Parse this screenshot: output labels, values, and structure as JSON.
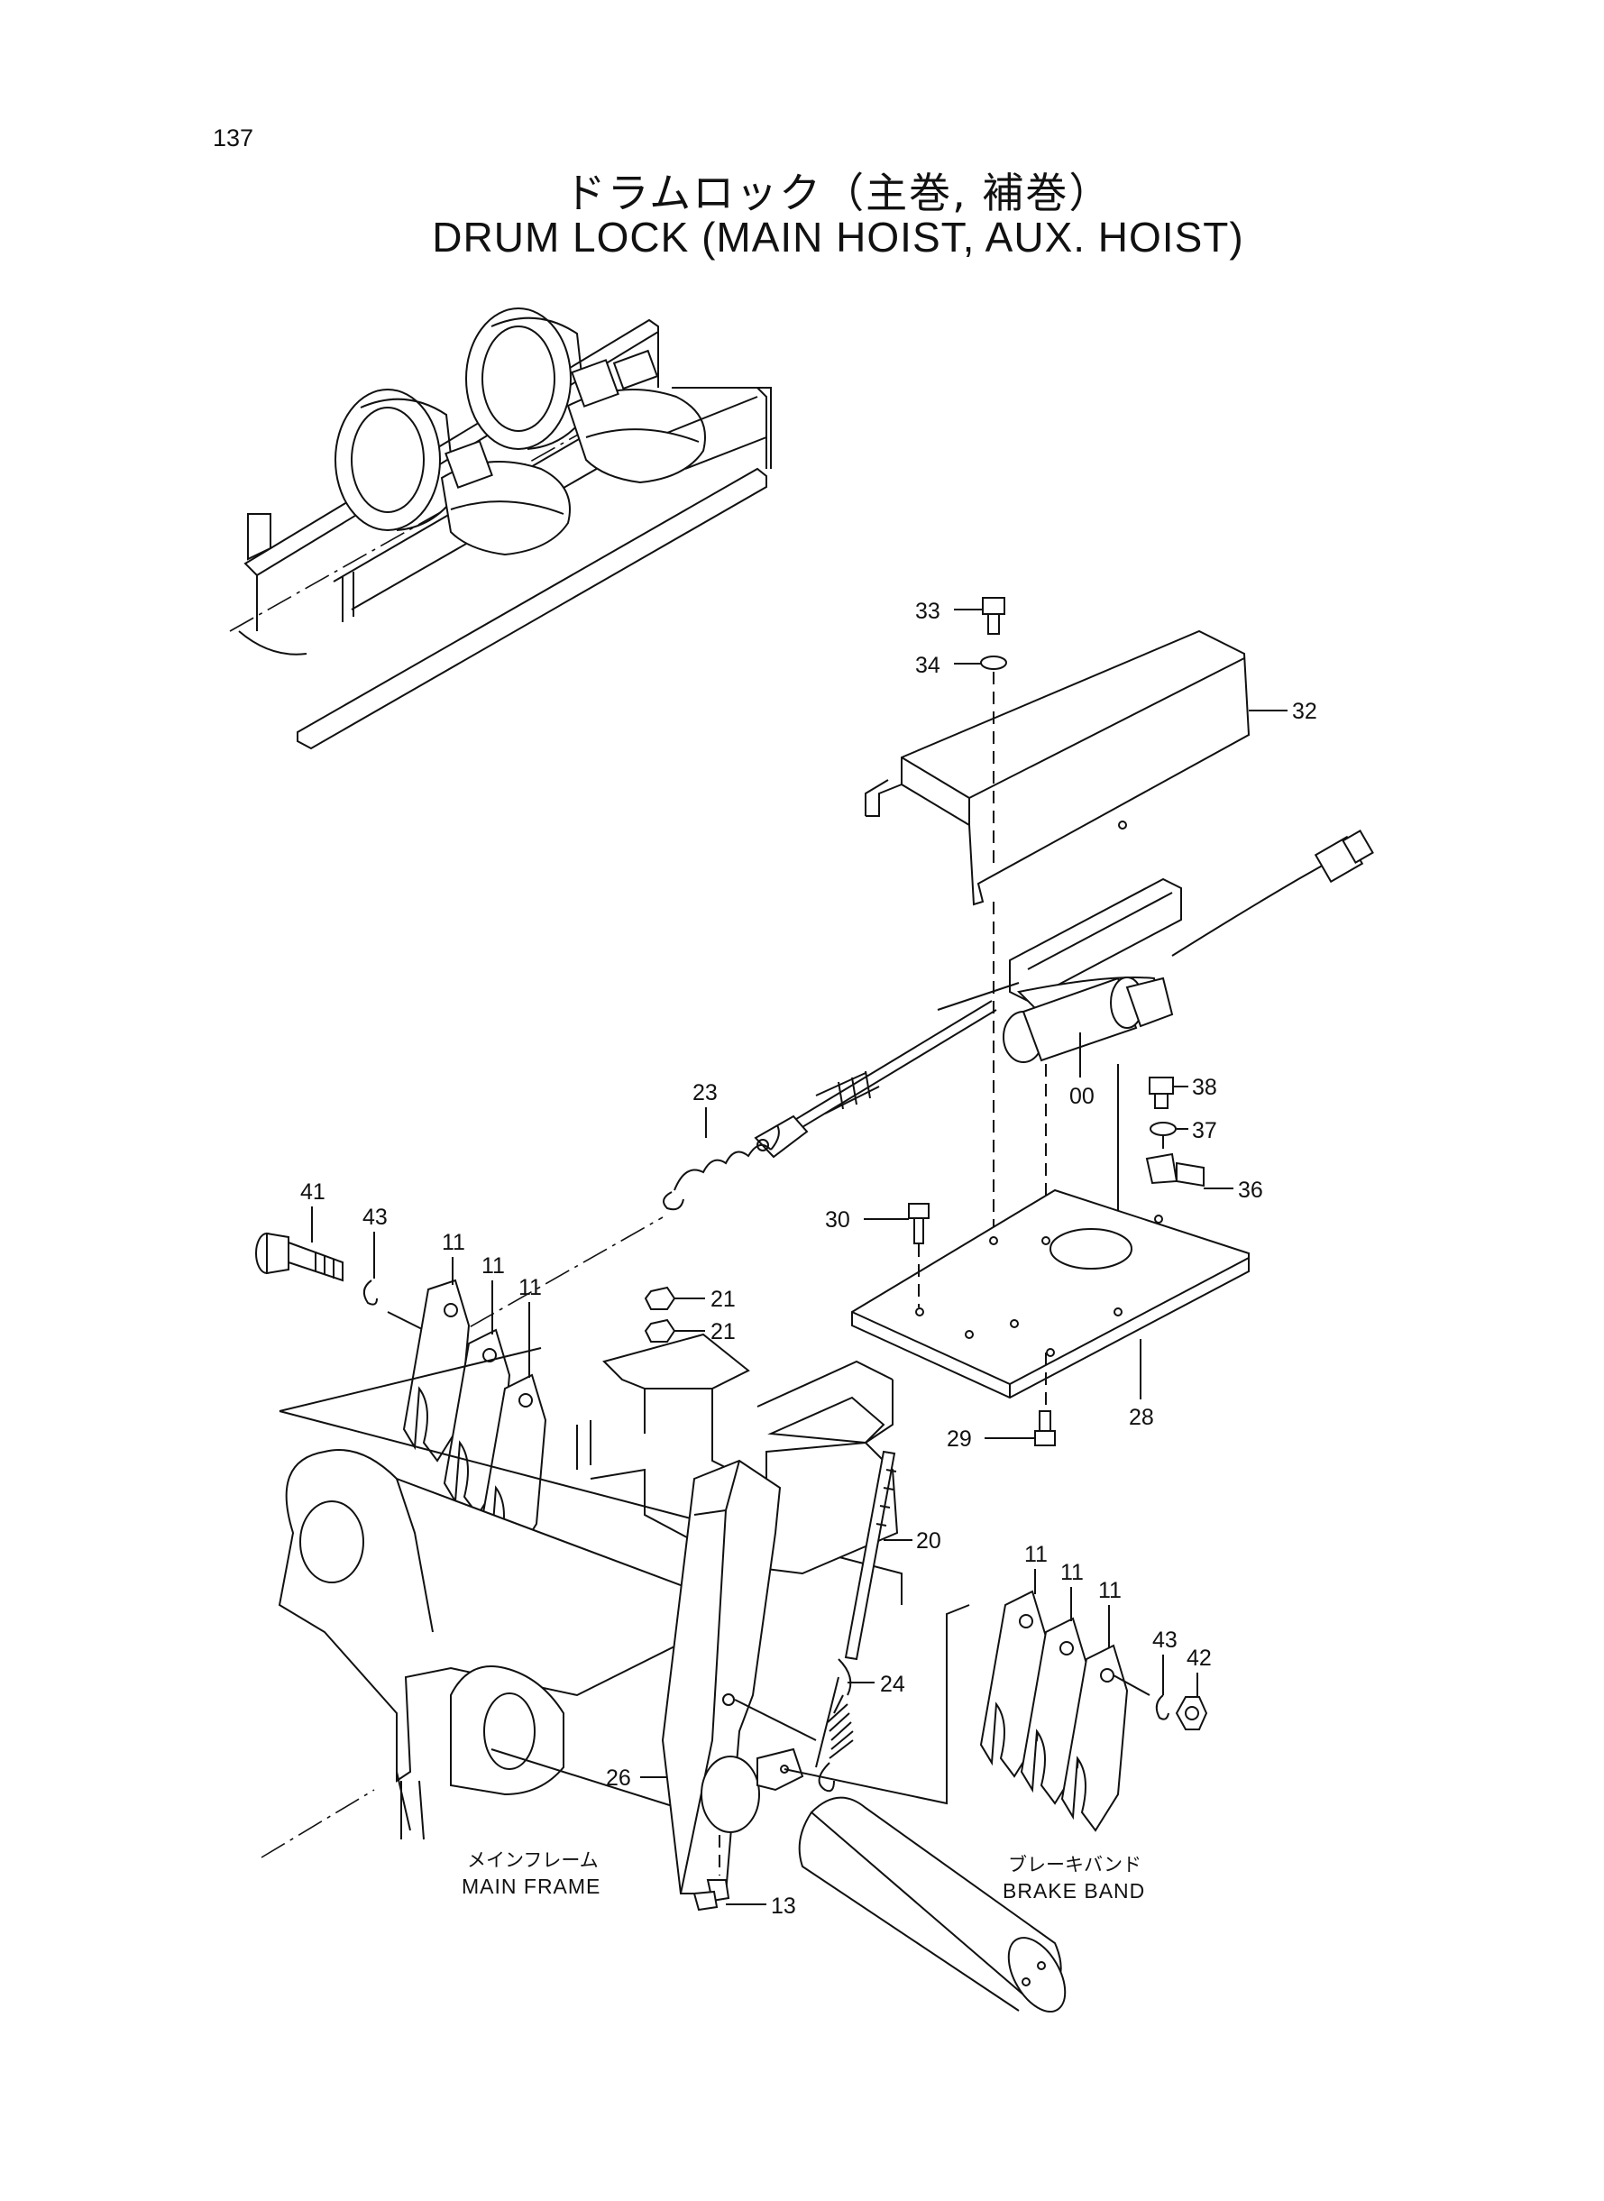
{
  "page_number": "137",
  "title_jp": "ドラムロック（主巻, 補巻）",
  "title_en": "DRUM LOCK (MAIN HOIST, AUX. HOIST)",
  "captions": {
    "main_frame_jp": "メインフレーム",
    "main_frame_en": "MAIN FRAME",
    "brake_band_jp": "ブレーキバンド",
    "brake_band_en": "BRAKE BAND"
  },
  "callouts": {
    "c33": "33",
    "c34": "34",
    "c32": "32",
    "c38": "38",
    "c37": "37",
    "c36": "36",
    "c00": "00",
    "c23": "23",
    "c30": "30",
    "c28": "28",
    "c29": "29",
    "c41": "41",
    "c43a": "43",
    "c11a": "11",
    "c11b": "11",
    "c11c": "11",
    "c21a": "21",
    "c21b": "21",
    "c20": "20",
    "c11d": "11",
    "c11e": "11",
    "c11f": "11",
    "c43b": "43",
    "c42": "42",
    "c24": "24",
    "c26": "26",
    "c13": "13"
  }
}
